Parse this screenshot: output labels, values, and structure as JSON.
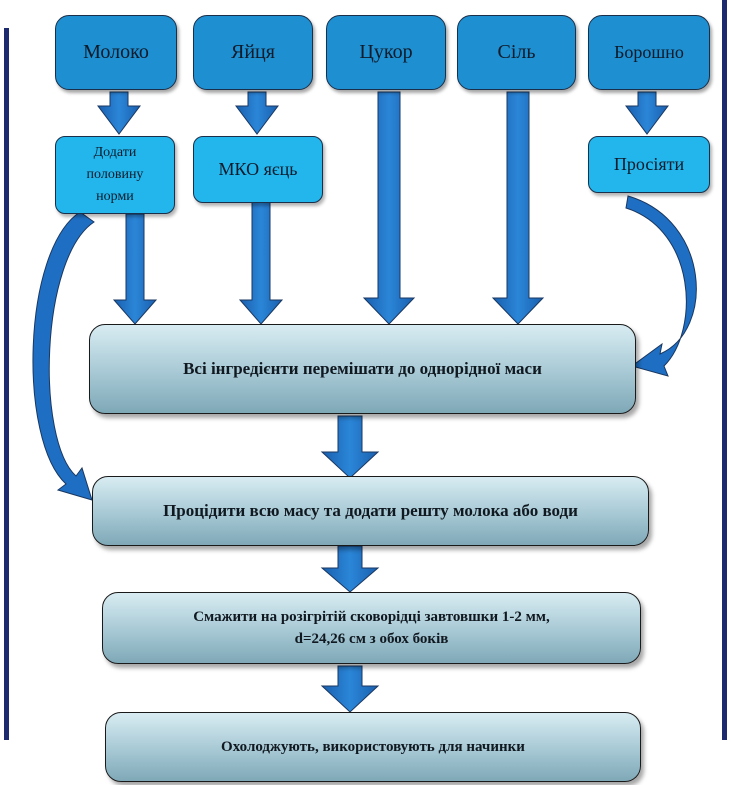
{
  "top_nodes": [
    {
      "label": "Молоко"
    },
    {
      "label": "Яйця"
    },
    {
      "label": "Цукор"
    },
    {
      "label": "Сіль"
    },
    {
      "label": "Борошно"
    }
  ],
  "mid_nodes": {
    "milk_half": [
      "Додати",
      "половину",
      "норми"
    ],
    "eggs": "МКО яєць",
    "flour": "Просіяти"
  },
  "steps": [
    {
      "text": "Всі інгредієнти перемішати до однорідної маси"
    },
    {
      "text": "Процідити всю масу та додати решту молока або води"
    },
    {
      "line1": "Смажити на розігрітій сковорідці завтовшки 1-2 мм,",
      "line2": "d=24,26 см з обох боків"
    },
    {
      "text": "Охолоджують, використовують для начинки"
    }
  ],
  "colors": {
    "dark_box": "#1e8fd0",
    "light_box": "#22b6ec",
    "arrow": "#1e6fc4",
    "side_lines": "#1e2a6e"
  }
}
